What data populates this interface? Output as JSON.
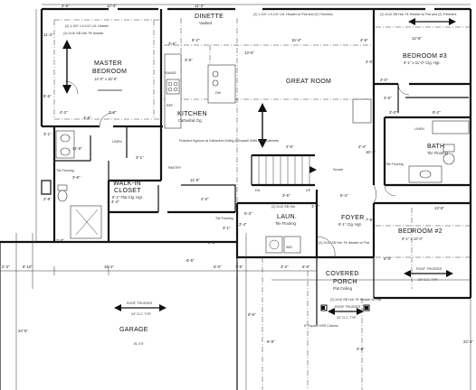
{
  "rooms": {
    "dinette": {
      "name": "DINETTE",
      "sub": "Vaulted"
    },
    "master": {
      "name1": "MASTER",
      "name2": "BEDROOM",
      "sub": "14'-0\" x 15'-6\""
    },
    "kitchen": {
      "name": "KITCHEN",
      "sub": "Cathedral Clg.\nDrywall Soffit Over\nCabinets"
    },
    "great": {
      "name": "GREAT ROOM"
    },
    "bed3": {
      "name": "BEDROOM #3",
      "sub": "9'-1\" x 11'-0\" Clg. Hgt."
    },
    "bath": {
      "name": "BATH",
      "sub": "Tile Flooring"
    },
    "walkin": {
      "name1": "WALK-IN",
      "name2": "CLOSET",
      "sub": "8'-1\" Flat Clg. Hgt."
    },
    "laun": {
      "name": "LAUN.",
      "sub": "Tile Flooring"
    },
    "foyer": {
      "name": "FOYER",
      "sub": "8'-1\" Clg. Hgt."
    },
    "bed2": {
      "name": "BEDROOM #2",
      "sub": "9'-1\" x 10'-0\""
    },
    "porch": {
      "name1": "COVERED",
      "name2": "PORCH",
      "sub": "Flat Ceiling"
    },
    "garage": {
      "name": "GARAGE"
    }
  },
  "notes": {
    "header_top": "(2) 1-3/4\" x 9-1/4\" LVL Header",
    "header_top_r": "(2) 1-3/4\" x 9-1/4\" LVL Header w/ Flat and (2) Trimmers",
    "header_bed3": "(2) 2x10 SB Hdr. Fir Header w/ Flat and (2) Trimmers",
    "header_mid": "(2) 2x10 SB Hdr. Fir Header",
    "header_foyer": "(2) 2x10 SB Hdr. Fir Header w/ Flat",
    "header_porch": "(2) 2x10 SB Hdr. Fir Header w/ Flat",
    "header_small": "(2) 2x10 SB Hdr.",
    "roof_trusses_1": "ROOF TRUSSES",
    "roof_trusses_1b": "24\" O.C. TYP.",
    "roof_trusses_2": "ROOF TRUSSES",
    "roof_trusses_2b": "24\" O.C. TYP.",
    "roof_trusses_3": "ROOF TRUSSES",
    "roof_trusses_3b": "24\" O.C. TYP.",
    "kitchen_note": "Finished Gypsum at Cathedral Ceiling & Drywall Soffit Over Cabinets",
    "tile1": "Tile Flooring",
    "tile2": "Tile Flooring",
    "tile3": "Tile Flooring",
    "linen": "LINEN",
    "linen2": "LINEN",
    "pantry": "PANTRY",
    "up": "UP",
    "dn": "DN",
    "range": "RANGE",
    "dw": "DW",
    "ref": "REF",
    "wd": "W/D",
    "column": "6\" Square HSS Column",
    "mark_el": "EL 0'0\"",
    "smoke": "Smoke"
  },
  "dims": [
    "2'-6\"",
    "12'-4\"",
    "11'-2\"",
    "8'-2\"",
    "15'-4\"",
    "4'-9\"",
    "3'-6\"",
    "4'-0\"",
    "3'-0\"",
    "4'-2\"",
    "2'-8\"",
    "3'-1\"",
    "3'-9\"",
    "4'-4\"",
    "6'-5\"",
    "16'-1\"",
    "6'-10\"",
    "2'-3\"",
    "11'-6\"",
    "4'-0\"",
    "3'-4\"",
    "7'-6\"",
    "5'-0\"",
    "3'-2\"",
    "5'-6\"",
    "24'-5\"",
    "8'-2\"",
    "12'-6\"",
    "3'-5\"",
    "5'-4\"",
    "2'-5\"",
    "2'-4\"",
    "1'-1\"",
    "13'-6\"",
    "6'-4\"",
    "3'-6\"",
    "3'-1\"",
    "3'-1\"",
    "3'-6\"",
    "11'-6\"",
    "2'-0\"",
    "4'-8\""
  ],
  "dims_h": [
    "11'-2\"",
    "5'-6\"",
    "3'-1\"",
    "2'-8\"",
    "13'-6\"",
    "5'-3\"",
    "9'-6\"",
    "4'-0\"",
    "16'-1\"",
    "22'-4\"",
    "7'-6\"",
    "8'-8\"",
    "4'-8\""
  ]
}
